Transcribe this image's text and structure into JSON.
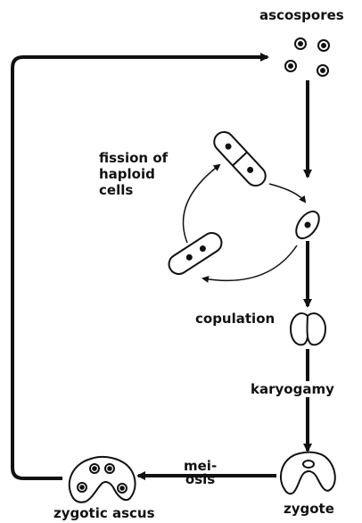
{
  "diagram": {
    "stages": {
      "ascospores": "ascospores",
      "fission_line1": "fission of",
      "fission_line2": "haploid",
      "fission_line3": "cells",
      "copulation": "copulation",
      "karyogamy": "karyogamy",
      "meiosis_line1": "mei-",
      "meiosis_line2": "osis",
      "zygote": "zygote",
      "zygotic_ascus": "zygotic ascus"
    },
    "colors": {
      "stroke": "#111111",
      "background": "#ffffff"
    }
  }
}
